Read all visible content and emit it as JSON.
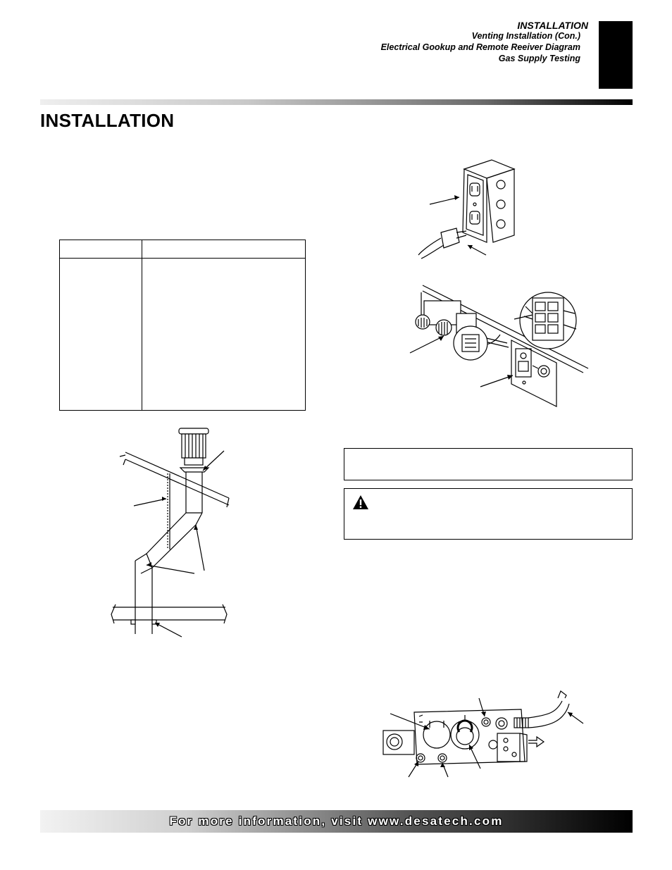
{
  "header": {
    "section": "INSTALLATION",
    "lines": [
      "Venting Installation (Con.)",
      "Electrical Gookup and Remote Reeiver Diagram",
      "Gas Supply Testing"
    ]
  },
  "page_title": "INSTALLATION",
  "footer": {
    "text": "For more information, visit www.desatech.com"
  },
  "icons": {
    "warning": "warning-triangle-icon"
  }
}
